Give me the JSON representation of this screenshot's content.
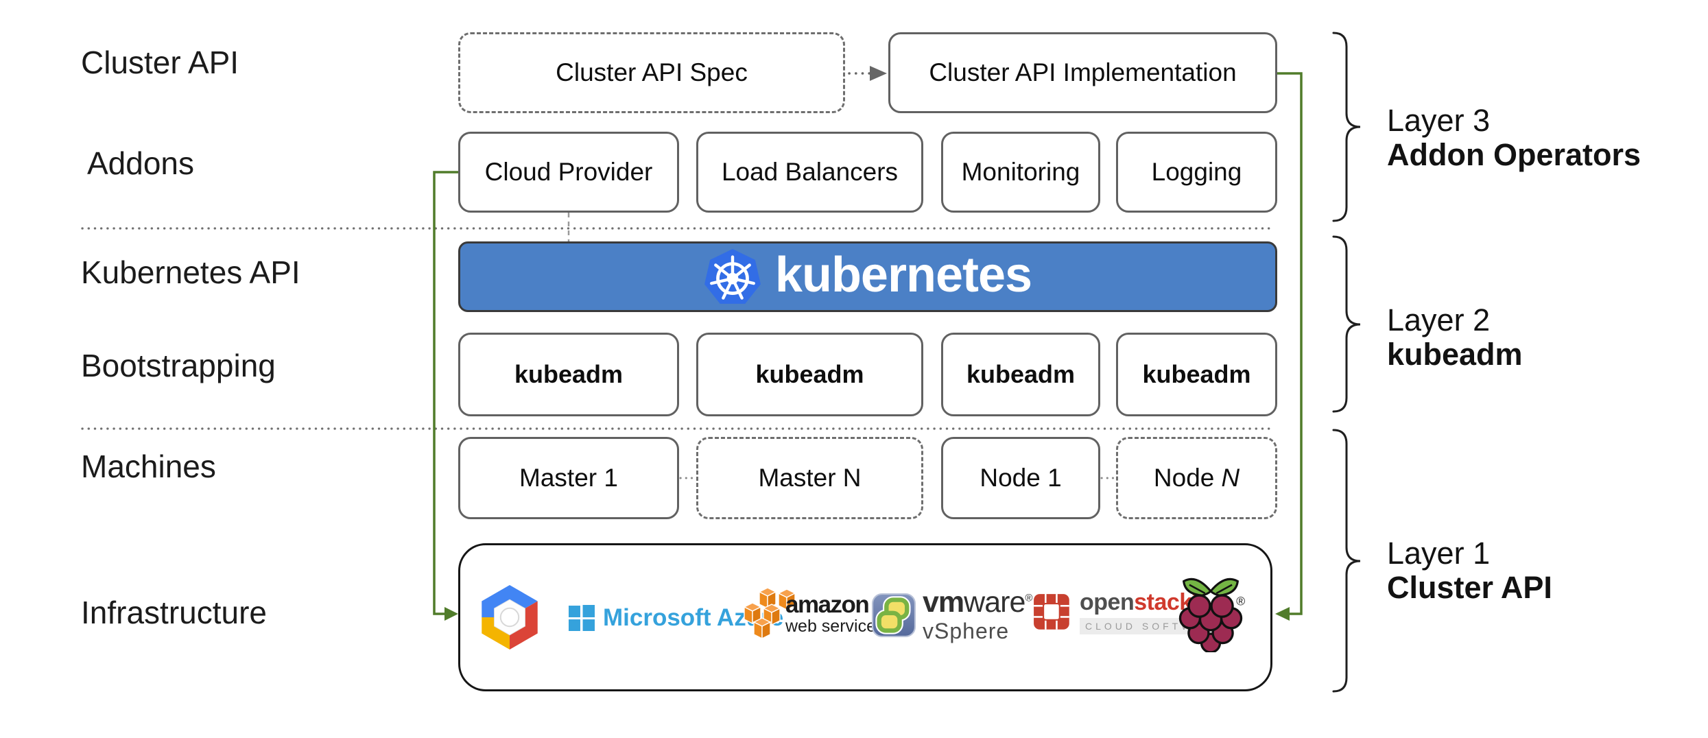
{
  "row_labels": [
    "Cluster API",
    "Addons",
    "Kubernetes API",
    "Bootstrapping",
    "Machines",
    "Infrastructure"
  ],
  "cluster_api_row": {
    "spec": "Cluster API Spec",
    "impl": "Cluster API Implementation"
  },
  "addons_row": [
    "Cloud Provider",
    "Load Balancers",
    "Monitoring",
    "Logging"
  ],
  "kubernetes_banner": {
    "wordmark": "kubernetes"
  },
  "bootstrapping_row": [
    "kubeadm",
    "kubeadm",
    "kubeadm",
    "kubeadm"
  ],
  "machines_row": {
    "master1": "Master 1",
    "masterN": "Master N",
    "node1": "Node 1",
    "nodeN_prefix": "Node",
    "nodeN_suffix": "N"
  },
  "layers": [
    {
      "line1": "Layer 3",
      "line2": "Addon Operators"
    },
    {
      "line1": "Layer 2",
      "line2": "kubeadm"
    },
    {
      "line1": "Layer 1",
      "line2": "Cluster API"
    }
  ],
  "infrastructure": {
    "logos": [
      "google-cloud-platform",
      "microsoft-azure",
      "amazon-web-services",
      "vmware-vsphere",
      "openstack",
      "raspberry-pi"
    ],
    "azure": {
      "text": "Microsoft Azure"
    },
    "aws": {
      "line1": "amazon",
      "line2": "web services"
    },
    "vmware": {
      "brand_bold": "vm",
      "brand_rest": "ware",
      "reg_mark": "®",
      "product": "vSphere"
    },
    "openstack": {
      "brand_gray": "open",
      "brand_red": "stack",
      "tm_mark": "™",
      "subtitle": "CLOUD SOFTWARE"
    },
    "raspberry": {
      "reg_mark": "®"
    }
  },
  "colors": {
    "banner_blue": "#4b80c6",
    "kubernetes_logo_blue": "#326de6",
    "connector_green": "#507c2a",
    "box_border_gray": "#616161",
    "azure_blue": "#35a2dc",
    "aws_orange": "#ee8a1d",
    "openstack_red": "#c8402f",
    "vmware_green": "#79b344",
    "vmware_yellow": "#f2df67",
    "gcp_blue": "#4285f4",
    "gcp_red": "#db4437",
    "gcp_yellow": "#f4b400",
    "raspberry_magenta": "#9d2b52",
    "raspberry_leaf_green": "#74b544"
  }
}
